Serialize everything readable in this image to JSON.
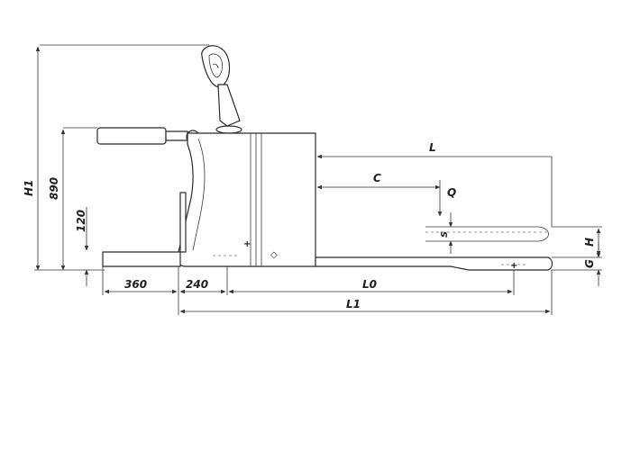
{
  "labels": {
    "H1": "H1",
    "h890": "890",
    "h120": "120",
    "L": "L",
    "C": "C",
    "Q": "Q",
    "S": "S",
    "H": "H",
    "G": "G",
    "d360": "360",
    "d240": "240",
    "L0": "L0",
    "L1": "L1"
  }
}
